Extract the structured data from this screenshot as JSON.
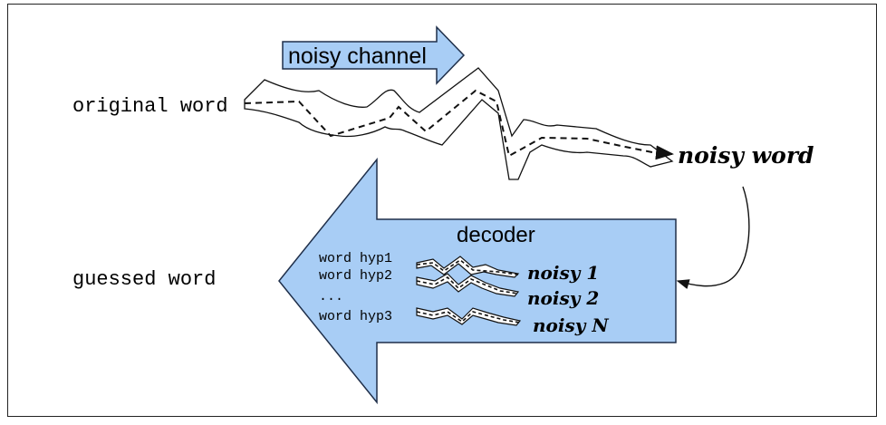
{
  "labels": {
    "channel": "noisy channel",
    "original": "original word",
    "noisy_word": "noisy word",
    "guessed": "guessed word",
    "decoder": "decoder"
  },
  "hypotheses": [
    "word hyp1",
    "word hyp2",
    "...",
    "word hyp3"
  ],
  "noisy_variants": [
    "noisy 1",
    "noisy 2",
    "noisy N"
  ],
  "colors": {
    "arrow_fill": "#a8cdf5",
    "arrow_stroke": "#1f2f4a",
    "line": "#111111"
  }
}
